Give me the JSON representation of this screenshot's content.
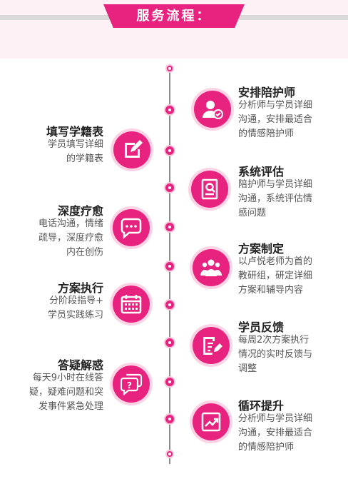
{
  "header": {
    "title": "服务流程："
  },
  "steps": {
    "arrange": {
      "title": "安排陪护师",
      "desc": [
        "分析师与学员详细",
        "沟通，安排最适合",
        "的情感陪护师"
      ]
    },
    "form": {
      "title": "填写学籍表",
      "desc": [
        "学员填写详细",
        "的学籍表"
      ]
    },
    "assess": {
      "title": "系统评估",
      "desc": [
        "陪护师与学员详细",
        "沟通，系统评估情",
        "感问题"
      ]
    },
    "heal": {
      "title": "深度疗愈",
      "desc": [
        "电话沟通，情绪",
        "疏导，深度疗愈",
        "内在创伤"
      ]
    },
    "plan": {
      "title": "方案制定",
      "desc": [
        "以卢悦老师为首的",
        "教研组，研定详细",
        "方案和辅导内容"
      ]
    },
    "execute": {
      "title": "方案执行",
      "desc": [
        "分阶段指导+",
        "学员实践练习"
      ]
    },
    "feedback": {
      "title": "学员反馈",
      "desc": [
        "每周2次方案执行",
        "情况的实时反馈与",
        "调整"
      ]
    },
    "qa": {
      "title": "答疑解惑",
      "desc": [
        "每天9小时在线答",
        "疑，疑难问题和突",
        "发事件紧急处理"
      ]
    },
    "loop": {
      "title": "循环提升",
      "desc": [
        "分析师与学员详细",
        "沟通，安排最适合",
        "的情感陪护师"
      ]
    }
  },
  "colors": {
    "accent": "#e8237f",
    "light_accent": "#fbd3e4",
    "band": "#fdf1f5"
  },
  "icons": {
    "arrange": "user-check-icon",
    "form": "edit-form-icon",
    "assess": "search-document-icon",
    "heal": "chat-bubble-icon",
    "plan": "team-icon",
    "execute": "calendar-icon",
    "feedback": "edit-document-icon",
    "qa": "question-chat-icon",
    "loop": "trend-up-icon"
  }
}
